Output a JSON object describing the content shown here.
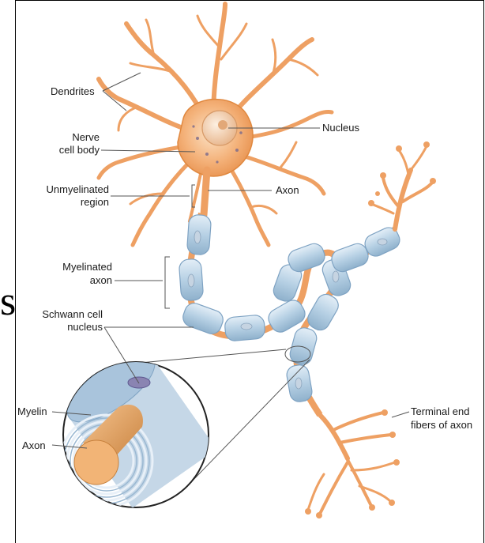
{
  "side_letter": "s",
  "labels": {
    "dendrites": "Dendrites",
    "cell_body_1": "Nerve",
    "cell_body_2": "cell body",
    "unmyelinated_1": "Unmyelinated",
    "unmyelinated_2": "region",
    "myelinated_1": "Myelinated",
    "myelinated_2": "axon",
    "schwann_1": "Schwann cell",
    "schwann_2": "nucleus",
    "nucleus": "Nucleus",
    "axon_top": "Axon",
    "myelin": "Myelin",
    "axon_inset": "Axon",
    "terminal_1": "Terminal end",
    "terminal_2": "fibers of axon"
  },
  "colors": {
    "neuron": "#f0a868",
    "neuron_dark": "#d98a4a",
    "myelin_fill": "#b8d2e6",
    "myelin_edge": "#7fa3c3",
    "leader": "#555555"
  }
}
